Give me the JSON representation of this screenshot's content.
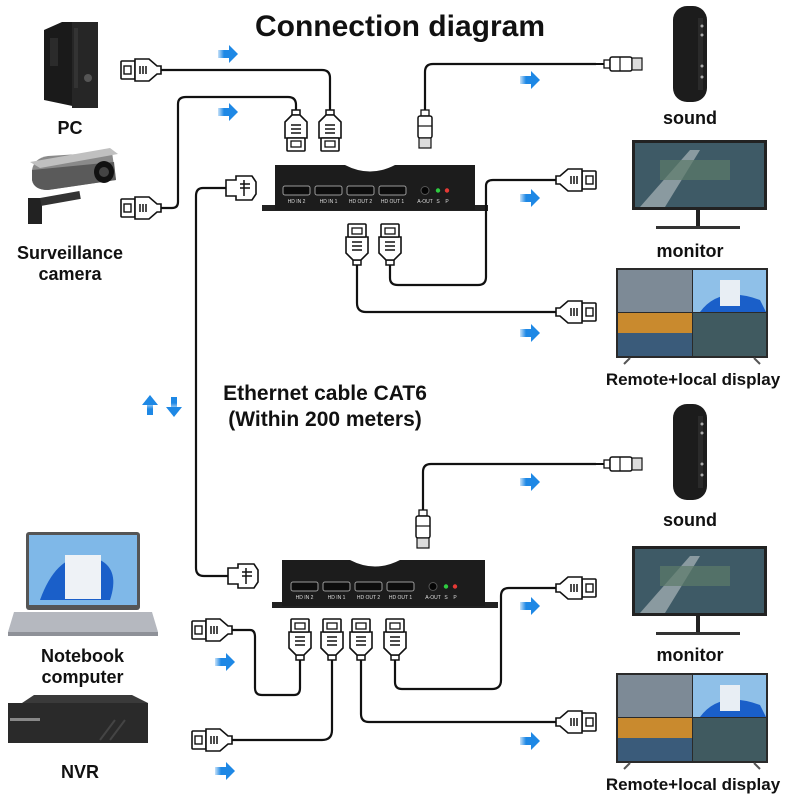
{
  "title": "Connection diagram",
  "cable_label": {
    "line1": "Ethernet cable CAT6",
    "line2": "(Within 200 meters)"
  },
  "colors": {
    "arrow": "#1e88e5",
    "wire": "#111111",
    "device_body": "#1c1c1c",
    "led_signal": "#2ecc40",
    "led_power": "#e53935"
  },
  "extender_ports": [
    "HD IN 2",
    "HD IN 1",
    "HD OUT 2",
    "HD OUT 1",
    "A-OUT",
    "S",
    "P"
  ],
  "top_side": {
    "sources": [
      {
        "id": "pc",
        "label": "PC",
        "icon": "desktop-pc-icon"
      },
      {
        "id": "camera",
        "label_line1": "Surveillance",
        "label_line2": "camera",
        "icon": "surveillance-camera-icon"
      }
    ],
    "outputs": [
      {
        "id": "sound",
        "label": "sound",
        "icon": "speaker-icon"
      },
      {
        "id": "monitor",
        "label": "monitor",
        "icon": "monitor-icon"
      },
      {
        "id": "display",
        "label": "Remote+local display",
        "icon": "tv-display-icon"
      }
    ]
  },
  "bottom_side": {
    "sources": [
      {
        "id": "notebook",
        "label_line1": "Notebook",
        "label_line2": "computer",
        "icon": "laptop-icon"
      },
      {
        "id": "nvr",
        "label": "NVR",
        "icon": "nvr-icon"
      }
    ],
    "outputs": [
      {
        "id": "sound",
        "label": "sound",
        "icon": "speaker-icon"
      },
      {
        "id": "monitor",
        "label": "monitor",
        "icon": "monitor-icon"
      },
      {
        "id": "display",
        "label": "Remote+local display",
        "icon": "tv-display-icon"
      }
    ]
  }
}
